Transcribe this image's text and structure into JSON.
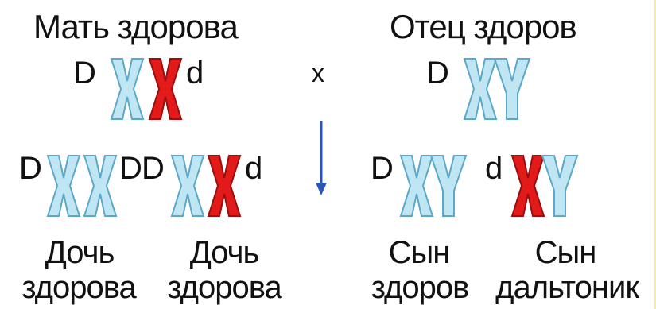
{
  "parents": {
    "mother": {
      "label": "Мать здорова",
      "alleles": [
        "D",
        "d"
      ],
      "chromosomes": [
        "X",
        "X"
      ]
    },
    "cross_symbol": "x",
    "father": {
      "label": "Отец здоров",
      "alleles": [
        "D"
      ],
      "chromosomes": [
        "X",
        "Y"
      ]
    }
  },
  "offspring": [
    {
      "label_line1": "Дочь",
      "label_line2": "здорова",
      "alleles": [
        "D",
        "D"
      ],
      "chromosomes": [
        "X",
        "X"
      ]
    },
    {
      "label_line1": "Дочь",
      "label_line2": "здорова",
      "alleles": [
        "D",
        "d"
      ],
      "chromosomes": [
        "X",
        "X"
      ]
    },
    {
      "label_line1": "Сын",
      "label_line2": "здоров",
      "alleles": [
        "D"
      ],
      "chromosomes": [
        "X",
        "Y"
      ]
    },
    {
      "label_line1": "Сын",
      "label_line2": "дальтоник",
      "alleles": [
        "d"
      ],
      "chromosomes": [
        "X",
        "Y"
      ]
    }
  ],
  "colors": {
    "normal_chromosome": "#bfe6f2",
    "normal_outline": "#5aa9c8",
    "mutant_chromosome": "#e21a1a",
    "mutant_outline": "#9c0d0d",
    "arrow": "#2a55b8"
  }
}
